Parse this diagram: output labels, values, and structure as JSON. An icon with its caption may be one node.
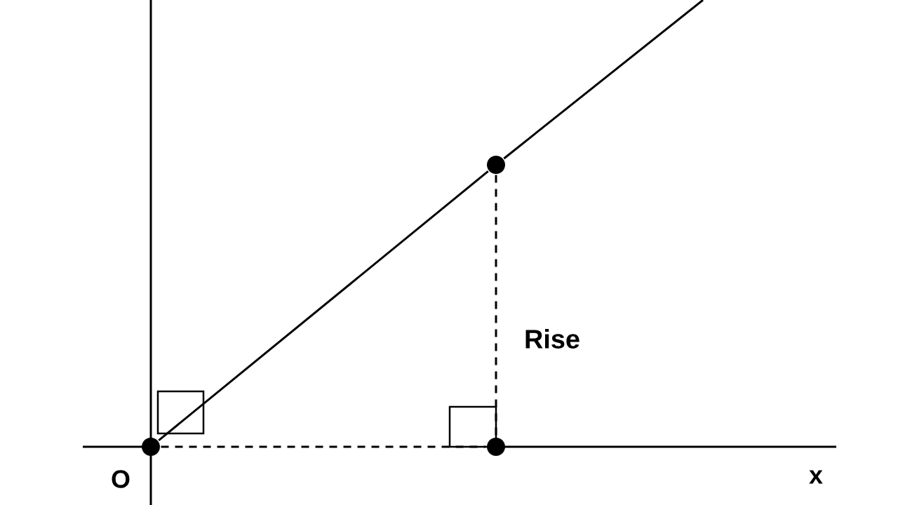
{
  "diagram": {
    "nodes": [
      {
        "text": [],
        "shape": "circle",
        "beside": [
          "O"
        ]
      },
      {
        "text": [],
        "shape": "circle"
      },
      {
        "text": [],
        "shape": "circle"
      }
    ],
    "edges": [
      {
        "from": 0,
        "to": 1,
        "arrow": "none"
      },
      {
        "from": 1,
        "to": null,
        "arrow": "none"
      },
      {
        "from": 1,
        "to": 2,
        "arrow": "none",
        "style": "dashed",
        "label": "Rise"
      },
      {
        "from": 0,
        "to": 2,
        "arrow": "none",
        "style": "dashed"
      }
    ],
    "labels": [
      "x"
    ]
  }
}
